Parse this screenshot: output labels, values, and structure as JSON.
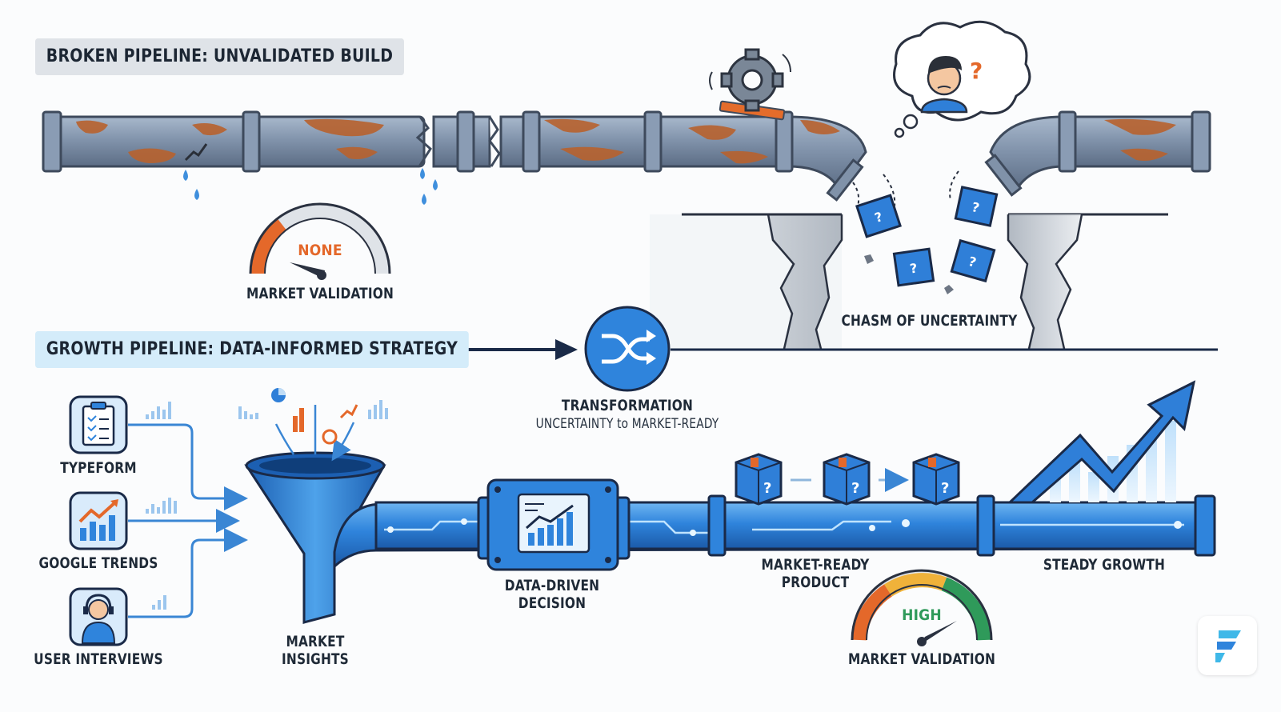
{
  "broken_pipeline": {
    "title": "BROKEN PIPELINE: UNVALIDATED BUILD",
    "gauge_value": "NONE",
    "gauge_label": "MARKET VALIDATION",
    "chasm_label": "CHASM OF UNCERTAINTY"
  },
  "growth_pipeline": {
    "title": "GROWTH PIPELINE: DATA-INFORMED STRATEGY",
    "transformation_title": "TRANSFORMATION",
    "transformation_subtitle": "UNCERTAINTY to MARKET-READY",
    "sources": [
      {
        "label": "TYPEFORM",
        "icon": "clipboard-icon"
      },
      {
        "label": "GOOGLE TRENDS",
        "icon": "trend-chart-icon"
      },
      {
        "label": "USER INTERVIEWS",
        "icon": "headset-user-icon"
      }
    ],
    "funnel_label_line1": "MARKET",
    "funnel_label_line2": "INSIGHTS",
    "decision_label_line1": "DATA-DRIVEN",
    "decision_label_line2": "DECISION",
    "product_label_line1": "MARKET-READY",
    "product_label_line2": "PRODUCT",
    "growth_label": "STEADY GROWTH",
    "gauge_value": "HIGH",
    "gauge_label": "MARKET VALIDATION"
  },
  "colors": {
    "pipe_rust": "#b8622e",
    "pipe_steel": "#7f93ad",
    "pipe_blue": "#2f7fd8",
    "accent_navy": "#1a2a48",
    "title_grey_bg": "#dfe3e8",
    "title_blue_bg": "#d4ecfa",
    "gauge_low": "#e4682a",
    "gauge_high": "#2f9a5a"
  }
}
